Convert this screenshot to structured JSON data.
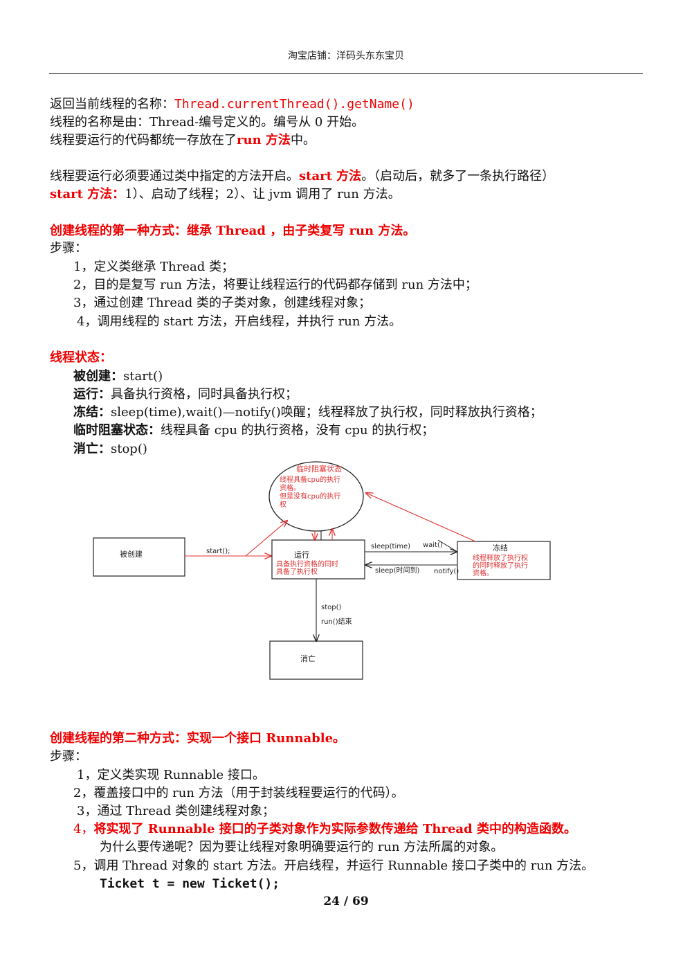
{
  "header": "淘宝店铺：洋码头东东宝贝",
  "p1": {
    "l1_text": "返回当前线程的名称：",
    "l1_code": "Thread.currentThread().getName()",
    "l2": "线程的名称是由：Thread-编号定义的。编号从 0 开始。",
    "l3_text": "线程要运行的代码都统一存放在了",
    "l3_code": "run 方法",
    "l3_end": "中。"
  },
  "p2": {
    "l1_text": "线程要运行必须要通过类中指定的方法开启。",
    "l1_code": "start 方法",
    "l1_end": "。（启动后，就多了一条执行路径）",
    "l2_code": "start 方法：",
    "l2_end": "1）、启动了线程；2）、让 jvm 调用了 run 方法。"
  },
  "sec1": {
    "title": "创建线程的第一种方式：继承 Thread ，由子类复写 run 方法。",
    "steps_label": "步骤：",
    "s1": "1，定义类继承 Thread 类；",
    "s2": "2，目的是复写 run 方法，将要让线程运行的代码都存储到 run 方法中；",
    "s3": "3，通过创建 Thread 类的子类对象，创建线程对象；",
    "s4": "4，调用线程的 start 方法，开启线程，并执行 run 方法。"
  },
  "states": {
    "title": "线程状态：",
    "created_label": "被创建：",
    "created_val": "start()",
    "running_label": "运行：",
    "running_val": "具备执行资格，同时具备执行权；",
    "frozen_label": "冻结：",
    "frozen_val": "sleep(time),wait()—notify()唤醒；线程释放了执行权，同时释放执行资格；",
    "blocked_label": "临时阻塞状态：",
    "blocked_val": "线程具备 cpu 的执行资格，没有 cpu 的执行权；",
    "dead_label": "消亡：",
    "dead_val": "stop()"
  },
  "diagram": {
    "blocked_title": "临时阻塞状态",
    "blocked_l1": "线程具备cpu的执行",
    "blocked_l2": "资格。",
    "blocked_l3": "但是没有cpu的执行",
    "blocked_l4": "权",
    "created": "被创建",
    "start_call": "start();",
    "running": "运行",
    "running_l1": "具备执行资格的同时",
    "running_l2": "具备了执行权",
    "sleep_time": "sleep(time)",
    "wait_call": "wait()",
    "frozen": "冻结",
    "frozen_l1": "线程释放了执行权",
    "frozen_l2": "的同时释放了执行",
    "frozen_l3": "资格。",
    "sleep_done": "sleep(时间到)",
    "notify_call": "notify()",
    "stop_call": "stop()",
    "run_end": "run()结束",
    "dead": "消亡"
  },
  "sec2": {
    "title": "创建线程的第二种方式：实现一个接口 Runnable。",
    "steps_label": "步骤：",
    "s1": "1，定义类实现 Runnable 接口。",
    "s2": "2，覆盖接口中的 run 方法（用于封装线程要运行的代码）。",
    "s3": "3，通过 Thread 类创建线程对象；",
    "s4_num": "4，",
    "s4_text": "将实现了 Runnable 接口的子类对象作为实际参数传递给 Thread 类中的构造函数。",
    "s4_note": "为什么要传递呢？因为要让线程对象明确要运行的 run 方法所属的对象。",
    "s5": "5，调用 Thread 对象的 start 方法。开启线程，并运行 Runnable 接口子类中的 run 方法。",
    "code": "Ticket t = new Ticket();"
  },
  "page_number": "24 / 69"
}
